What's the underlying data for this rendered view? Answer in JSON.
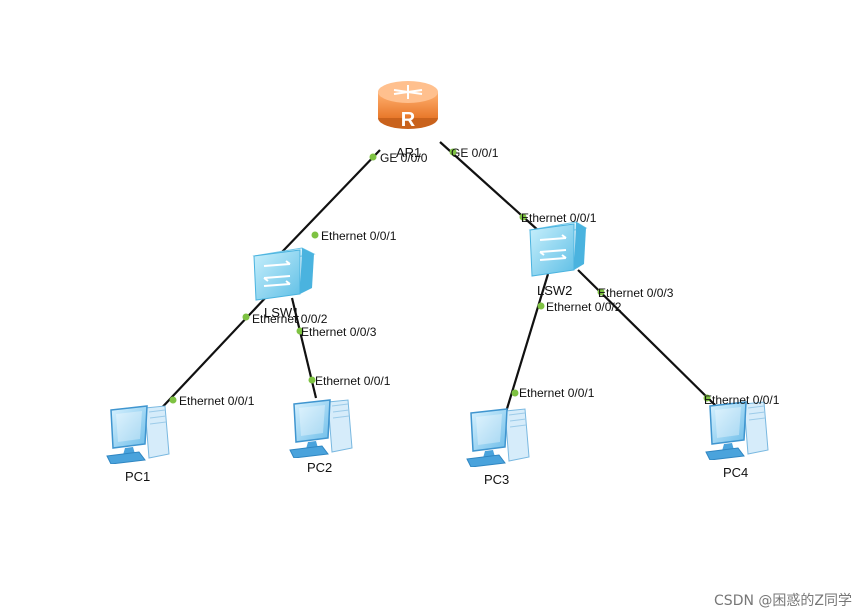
{
  "colors": {
    "link": "#111111",
    "port_dot": "#7ec242",
    "router_body": "#f08c3e",
    "switch_body": "#8fd8f2",
    "pc_body": "#7cc8f0"
  },
  "nodes": {
    "ar1": {
      "label": "AR1",
      "icon": "router-icon"
    },
    "lsw1": {
      "label": "LSW1",
      "icon": "switch-icon"
    },
    "lsw2": {
      "label": "LSW2",
      "icon": "switch-icon"
    },
    "pc1": {
      "label": "PC1",
      "icon": "pc-icon"
    },
    "pc2": {
      "label": "PC2",
      "icon": "pc-icon"
    },
    "pc3": {
      "label": "PC3",
      "icon": "pc-icon"
    },
    "pc4": {
      "label": "PC4",
      "icon": "pc-icon"
    }
  },
  "links": [
    {
      "from": "AR1",
      "to": "LSW1",
      "from_port": "GE 0/0/0",
      "to_port": "Ethernet 0/0/1"
    },
    {
      "from": "AR1",
      "to": "LSW2",
      "from_port": "GE 0/0/1",
      "to_port": "Ethernet 0/0/1"
    },
    {
      "from": "LSW1",
      "to": "PC1",
      "from_port": "Ethernet 0/0/2",
      "to_port": "Ethernet 0/0/1"
    },
    {
      "from": "LSW1",
      "to": "PC2",
      "from_port": "Ethernet 0/0/3",
      "to_port": "Ethernet 0/0/1"
    },
    {
      "from": "LSW2",
      "to": "PC3",
      "from_port": "Ethernet 0/0/2",
      "to_port": "Ethernet 0/0/1"
    },
    {
      "from": "LSW2",
      "to": "PC4",
      "from_port": "Ethernet 0/0/3",
      "to_port": "Ethernet 0/0/1"
    }
  ],
  "watermark": "CSDN @困惑的Z同学"
}
